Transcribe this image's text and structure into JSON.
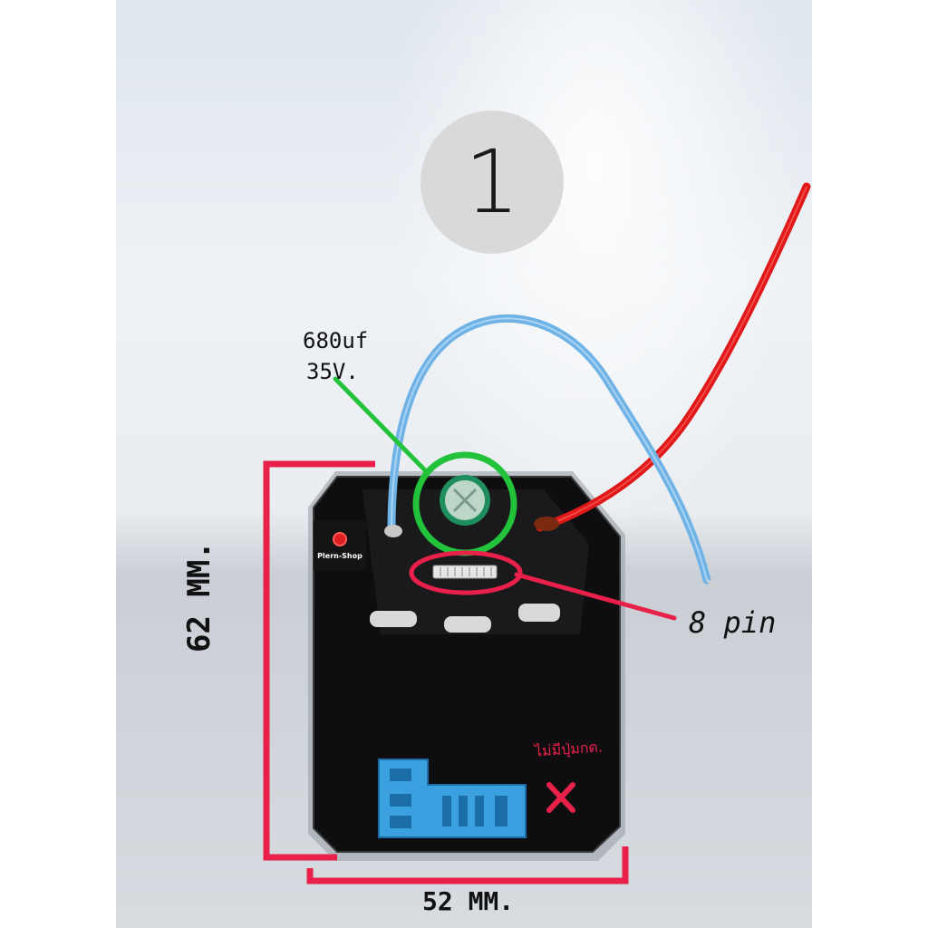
{
  "badge": {
    "number": "1"
  },
  "capacitor": {
    "line1": "680uf",
    "line2": "35V."
  },
  "connector": {
    "label": "8 pin"
  },
  "dimensions": {
    "height": "62 MM.",
    "width": "52 MM."
  },
  "note": {
    "thai_text": "ไม่มีปุ่มกด."
  },
  "logo": {
    "text": "Plern-Shop"
  },
  "colors": {
    "annotation_red": "#e8204a",
    "annotation_green": "#22c33a",
    "wire_blue": "#6fb2e6",
    "wire_red": "#e01818",
    "board": "#0e0e10",
    "terminal_blue": "#3aa0e0"
  },
  "icons": {
    "mark": "x-mark-icon"
  }
}
